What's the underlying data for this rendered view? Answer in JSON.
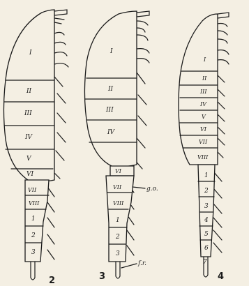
{
  "figures": [
    {
      "number": "2",
      "head_segments": [
        "I",
        "II",
        "III",
        "IV",
        "V",
        "VI"
      ],
      "tail_roman": [
        "VII",
        "VIII"
      ],
      "tail_arabic": [
        "1",
        "2",
        "3"
      ],
      "annotations": []
    },
    {
      "number": "3",
      "head_segments": [
        "I",
        "II",
        "III",
        "IV",
        "VI"
      ],
      "tail_roman": [
        "VII",
        "VIII"
      ],
      "tail_arabic": [
        "1",
        "2",
        "3"
      ],
      "annotations": [
        "g.o.",
        "f.r."
      ]
    },
    {
      "number": "4",
      "head_segments": [
        "I",
        "II",
        "III",
        "IV",
        "V",
        "VI",
        "VII",
        "VIII"
      ],
      "tail_roman": [],
      "tail_arabic": [
        "1",
        "2",
        "3",
        "4",
        "5",
        "6",
        "7"
      ],
      "annotations": []
    }
  ]
}
